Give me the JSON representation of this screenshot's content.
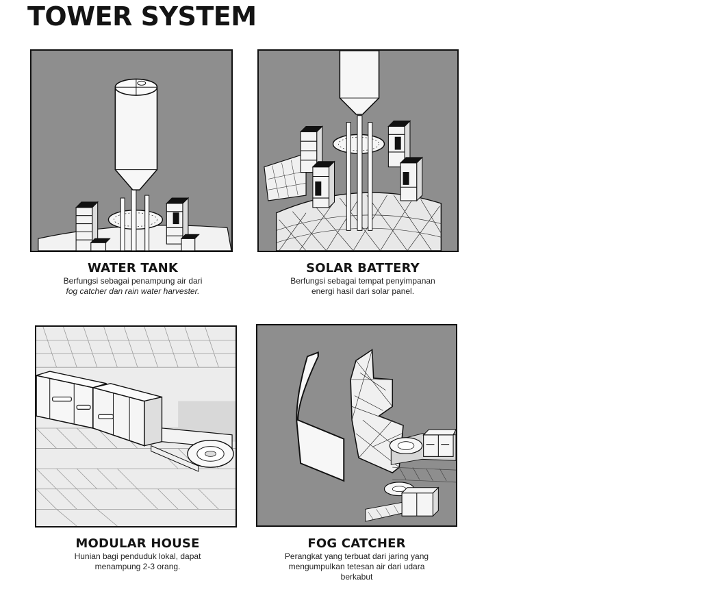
{
  "page": {
    "title": "TOWER SYSTEM"
  },
  "panels": [
    {
      "id": "water-tank",
      "title": "WATER TANK",
      "desc_lines": [
        "Berfungsi sebagai penampung air dari",
        "fog catcher dan rain water harvester."
      ],
      "background": "#8e8e8e"
    },
    {
      "id": "solar-battery",
      "title": "SOLAR BATTERY",
      "desc_lines": [
        "Berfungsi sebagai tempat penyimpanan",
        "energi hasil dari solar panel."
      ],
      "background": "#8e8e8e"
    },
    {
      "id": "modular-house",
      "title": "MODULAR HOUSE",
      "desc_lines": [
        "Hunian bagi penduduk lokal, dapat",
        "menampung 2-3 orang."
      ],
      "background": "#e9e9e9"
    },
    {
      "id": "fog-catcher",
      "title": "FOG CATCHER",
      "desc_lines": [
        "Perangkat yang terbuat dari jaring yang",
        "mengumpulkan tetesan air dari udara",
        "berkabut"
      ],
      "background": "#8e8e8e"
    }
  ]
}
